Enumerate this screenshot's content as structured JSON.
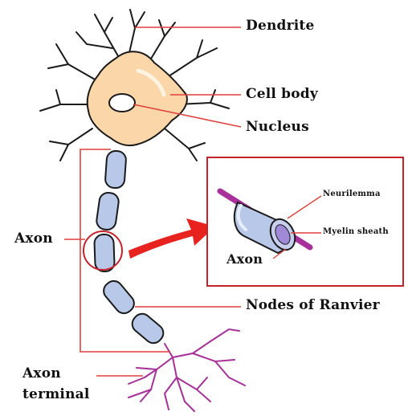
{
  "labels": {
    "dendrite": "Dendrite",
    "cell_body": "Cell body",
    "nucleus": "Nucleus",
    "axon": "Axon",
    "nodes_of_ranvier": "Nodes of Ranvier",
    "axon_terminal_line1": "Axon",
    "axon_terminal_line2": "terminal"
  },
  "inset": {
    "neurilemma": "Neurilemma",
    "myelin_sheath": "Myelin sheath",
    "axon": "Axon"
  },
  "colors": {
    "leader_line": "#e0413c",
    "inset_frame": "#c8222a",
    "arrow": "#e8221f",
    "cell_body_fill": "#fad6a8",
    "myelin_fill": "#b7c8e8",
    "axon_terminal": "#a8309a",
    "outline": "#1a1a1a"
  }
}
